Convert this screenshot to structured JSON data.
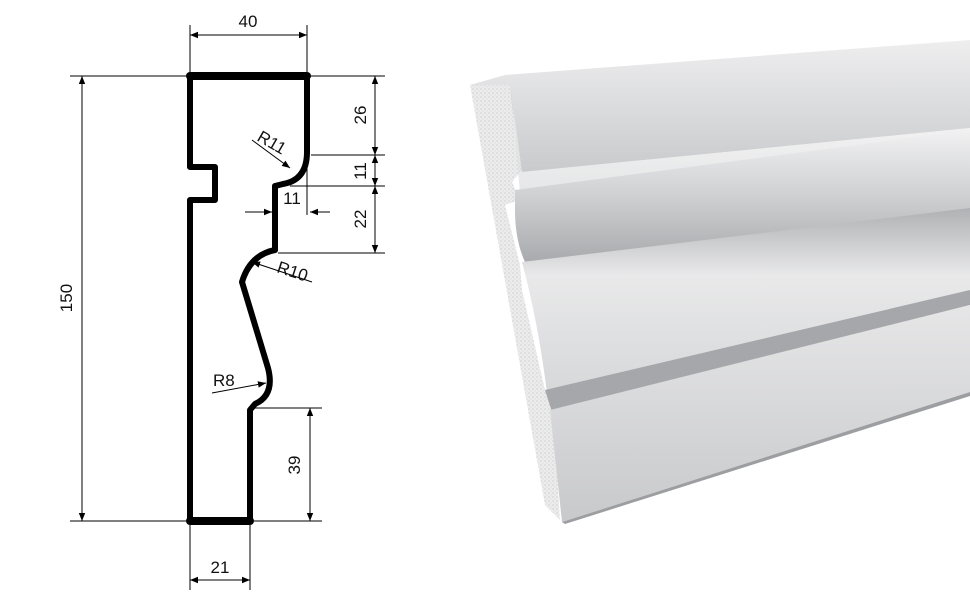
{
  "drawing": {
    "dimensions": {
      "top_width": "40",
      "total_height": "150",
      "top_segment": "26",
      "middle_segment_a": "11",
      "middle_segment_b": "22",
      "step_depth": "11",
      "bottom_segment": "39",
      "bottom_width": "21"
    },
    "radii": {
      "upper": "R11",
      "middle": "R10",
      "lower": "R8"
    }
  },
  "render": {
    "face_color": "#d9dadc",
    "foam_color": "#e8e8e8"
  }
}
